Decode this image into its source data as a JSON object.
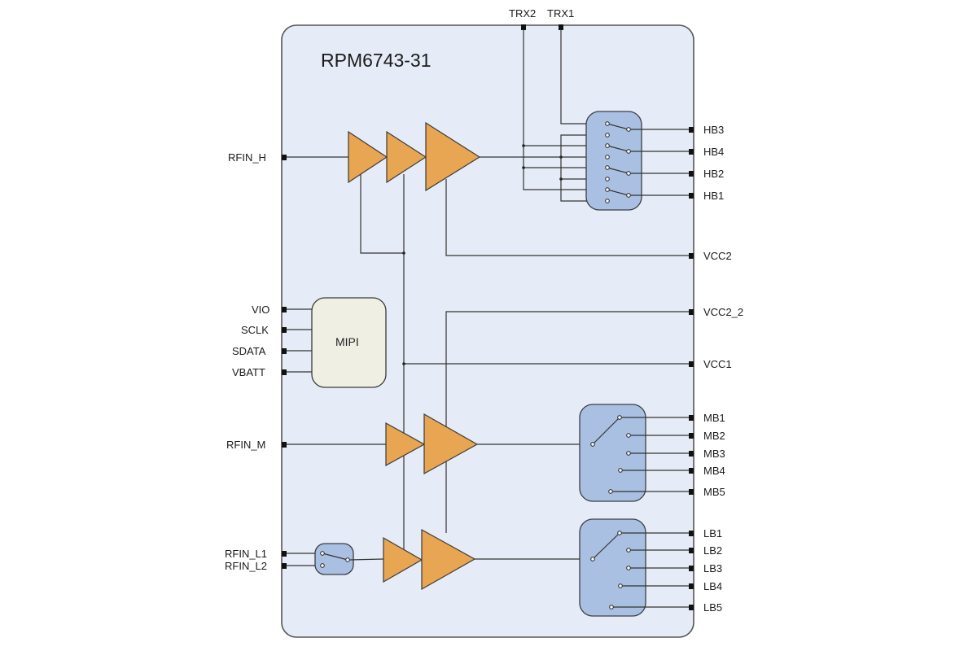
{
  "diagram": {
    "title": "RPM6743-31",
    "mipi_label": "MIPI",
    "colors": {
      "chip_fill": "#e6ecf7",
      "amplifier": "#e8a552",
      "switch": "#a9c0e3",
      "mipi_fill": "#efefe4"
    },
    "top_pins": [
      {
        "id": "trx2",
        "label": "TRX2"
      },
      {
        "id": "trx1",
        "label": "TRX1"
      }
    ],
    "left_pins": [
      {
        "id": "rfin_h",
        "label": "RFIN_H"
      },
      {
        "id": "vio",
        "label": "VIO"
      },
      {
        "id": "sclk",
        "label": "SCLK"
      },
      {
        "id": "sdata",
        "label": "SDATA"
      },
      {
        "id": "vbatt",
        "label": "VBATT"
      },
      {
        "id": "rfin_m",
        "label": "RFIN_M"
      },
      {
        "id": "rfin_l1",
        "label": "RFIN_L1"
      },
      {
        "id": "rfin_l2",
        "label": "RFIN_L2"
      }
    ],
    "right_pins": [
      {
        "id": "hb3",
        "label": "HB3"
      },
      {
        "id": "hb4",
        "label": "HB4"
      },
      {
        "id": "hb2",
        "label": "HB2"
      },
      {
        "id": "hb1",
        "label": "HB1"
      },
      {
        "id": "vcc2",
        "label": "VCC2"
      },
      {
        "id": "vcc2_2",
        "label": "VCC2_2"
      },
      {
        "id": "vcc1",
        "label": "VCC1"
      },
      {
        "id": "mb1",
        "label": "MB1"
      },
      {
        "id": "mb2",
        "label": "MB2"
      },
      {
        "id": "mb3",
        "label": "MB3"
      },
      {
        "id": "mb4",
        "label": "MB4"
      },
      {
        "id": "mb5",
        "label": "MB5"
      },
      {
        "id": "lb1",
        "label": "LB1"
      },
      {
        "id": "lb2",
        "label": "LB2"
      },
      {
        "id": "lb3",
        "label": "LB3"
      },
      {
        "id": "lb4",
        "label": "LB4"
      },
      {
        "id": "lb5",
        "label": "LB5"
      }
    ],
    "blocks": [
      {
        "id": "hb-pa-chain",
        "type": "amplifier-chain",
        "stages": 3,
        "input": "RFIN_H",
        "output": "hb-switch"
      },
      {
        "id": "mb-pa-chain",
        "type": "amplifier-chain",
        "stages": 2,
        "input": "RFIN_M",
        "output": "mb-switch"
      },
      {
        "id": "lb-pa-chain",
        "type": "amplifier-chain",
        "stages": 2,
        "input": "rfin-l-switch",
        "output": "lb-switch"
      },
      {
        "id": "hb-switch",
        "type": "switch",
        "throws": [
          "HB3",
          "HB4",
          "HB2",
          "HB1"
        ]
      },
      {
        "id": "mb-switch",
        "type": "switch",
        "throws": [
          "MB1",
          "MB2",
          "MB3",
          "MB4",
          "MB5"
        ]
      },
      {
        "id": "lb-switch",
        "type": "switch",
        "throws": [
          "LB1",
          "LB2",
          "LB3",
          "LB4",
          "LB5"
        ]
      },
      {
        "id": "rfin-l-switch",
        "type": "switch",
        "throws": [
          "RFIN_L1",
          "RFIN_L2"
        ]
      },
      {
        "id": "mipi",
        "type": "controller",
        "inputs": [
          "VIO",
          "SCLK",
          "SDATA",
          "VBATT"
        ]
      }
    ]
  }
}
